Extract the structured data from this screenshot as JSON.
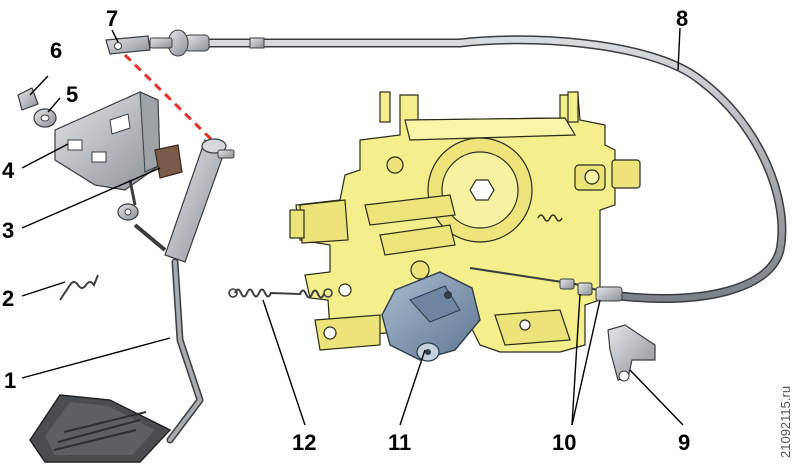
{
  "callouts": {
    "c1": "1",
    "c2": "2",
    "c3": "3",
    "c4": "4",
    "c5": "5",
    "c6": "6",
    "c7": "7",
    "c8": "8",
    "c9": "9",
    "c10": "10",
    "c11": "11",
    "c12": "12"
  },
  "watermark": "21092115.ru",
  "colors": {
    "carburetor": "#f4ee8c",
    "carb_outline": "#2b2b1a",
    "part_gray": "#b9bdc2",
    "part_dark": "#6f747a",
    "lever_blue": "#7d95b0",
    "pad_brown": "#7a5a48",
    "dashed_line": "#e0322a"
  }
}
